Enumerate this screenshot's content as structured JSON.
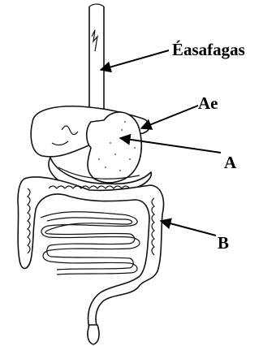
{
  "labels": {
    "esophagus": "Éasafagas",
    "liver": "Ae",
    "stomach": "A",
    "colon": "B"
  },
  "colors": {
    "line": "#111111",
    "background": "#ffffff"
  }
}
